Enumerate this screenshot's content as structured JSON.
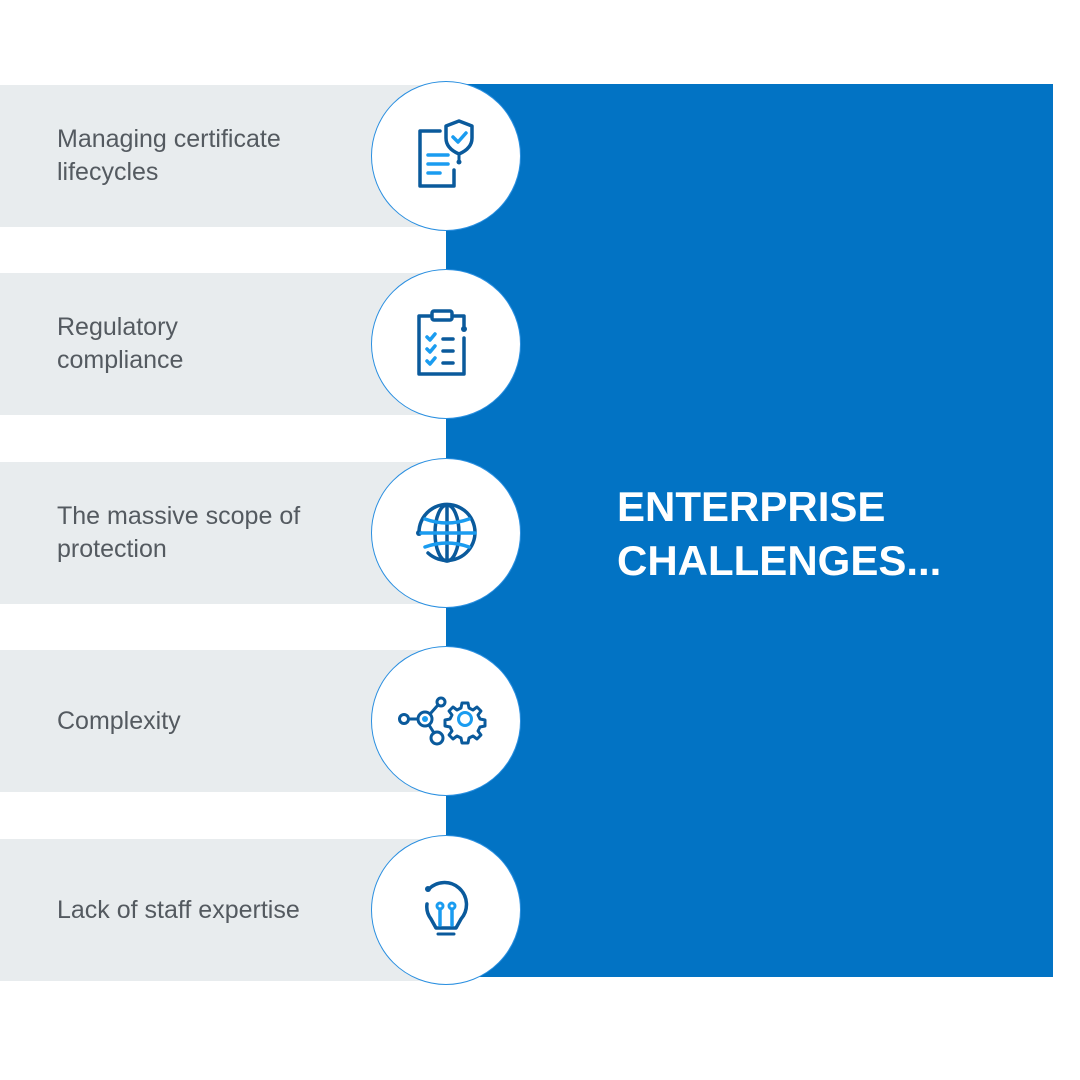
{
  "title": {
    "line1": "ENTERPRISE",
    "line2": "CHALLENGES..."
  },
  "colors": {
    "panel": "#0273c4",
    "bar": "#e8ecee",
    "icon_dark": "#0a5a9c",
    "icon_light": "#1a9cf0"
  },
  "items": [
    {
      "label": "Managing certificate lifecycles",
      "icon": "certificate-shield-icon"
    },
    {
      "label": "Regulatory compliance",
      "icon": "clipboard-checklist-icon"
    },
    {
      "label": "The massive scope of protection",
      "icon": "globe-icon"
    },
    {
      "label": "Complexity",
      "icon": "network-gear-icon"
    },
    {
      "label": "Lack of staff expertise",
      "icon": "lightbulb-icon"
    }
  ]
}
